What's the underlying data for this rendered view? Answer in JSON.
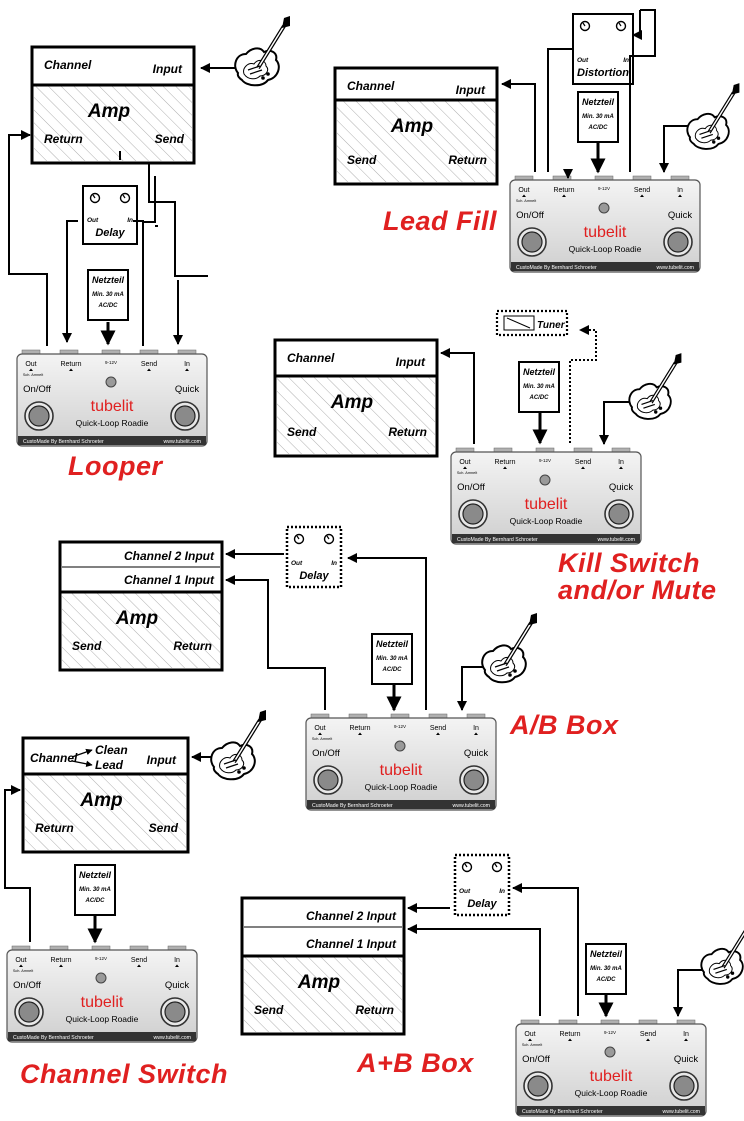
{
  "labels": {
    "channel": "Channel",
    "channel_1_input": "Channel 1  Input",
    "channel_2_input": "Channel 2  Input",
    "input": "Input",
    "amp": "Amp",
    "return": "Return",
    "send": "Send",
    "out": "Out",
    "in": "In",
    "delay": "Delay",
    "distortion": "Distortion",
    "tuner": "Tuner",
    "clean": "Clean",
    "lead": "Lead",
    "netzteil": "Netzteil",
    "min_ma": "Min. 30 mA",
    "acdc": "AC/DC",
    "on_off": "On/Off",
    "quick": "Quick",
    "brand": "tubelit",
    "model": "Quick-Loop Roadie",
    "custom_made": "CustoMade By Bernhard Schroeter",
    "website": "www.tubelit.com",
    "volt": "9-12V",
    "switch_note": "Sch. Amnelt"
  },
  "titles": {
    "looper": "Looper",
    "lead_fill": "Lead Fill",
    "kill_switch": "Kill Switch",
    "kill_switch_2": "and/or Mute",
    "ab_box": "A/B Box",
    "channel_switch": "Channel Switch",
    "aplusb_box": "A+B Box"
  },
  "colors": {
    "accent_red": "#e02020",
    "pedal_grey": "#d8d8d8",
    "footswitch": "#8a8a8a",
    "line": "#000000"
  }
}
